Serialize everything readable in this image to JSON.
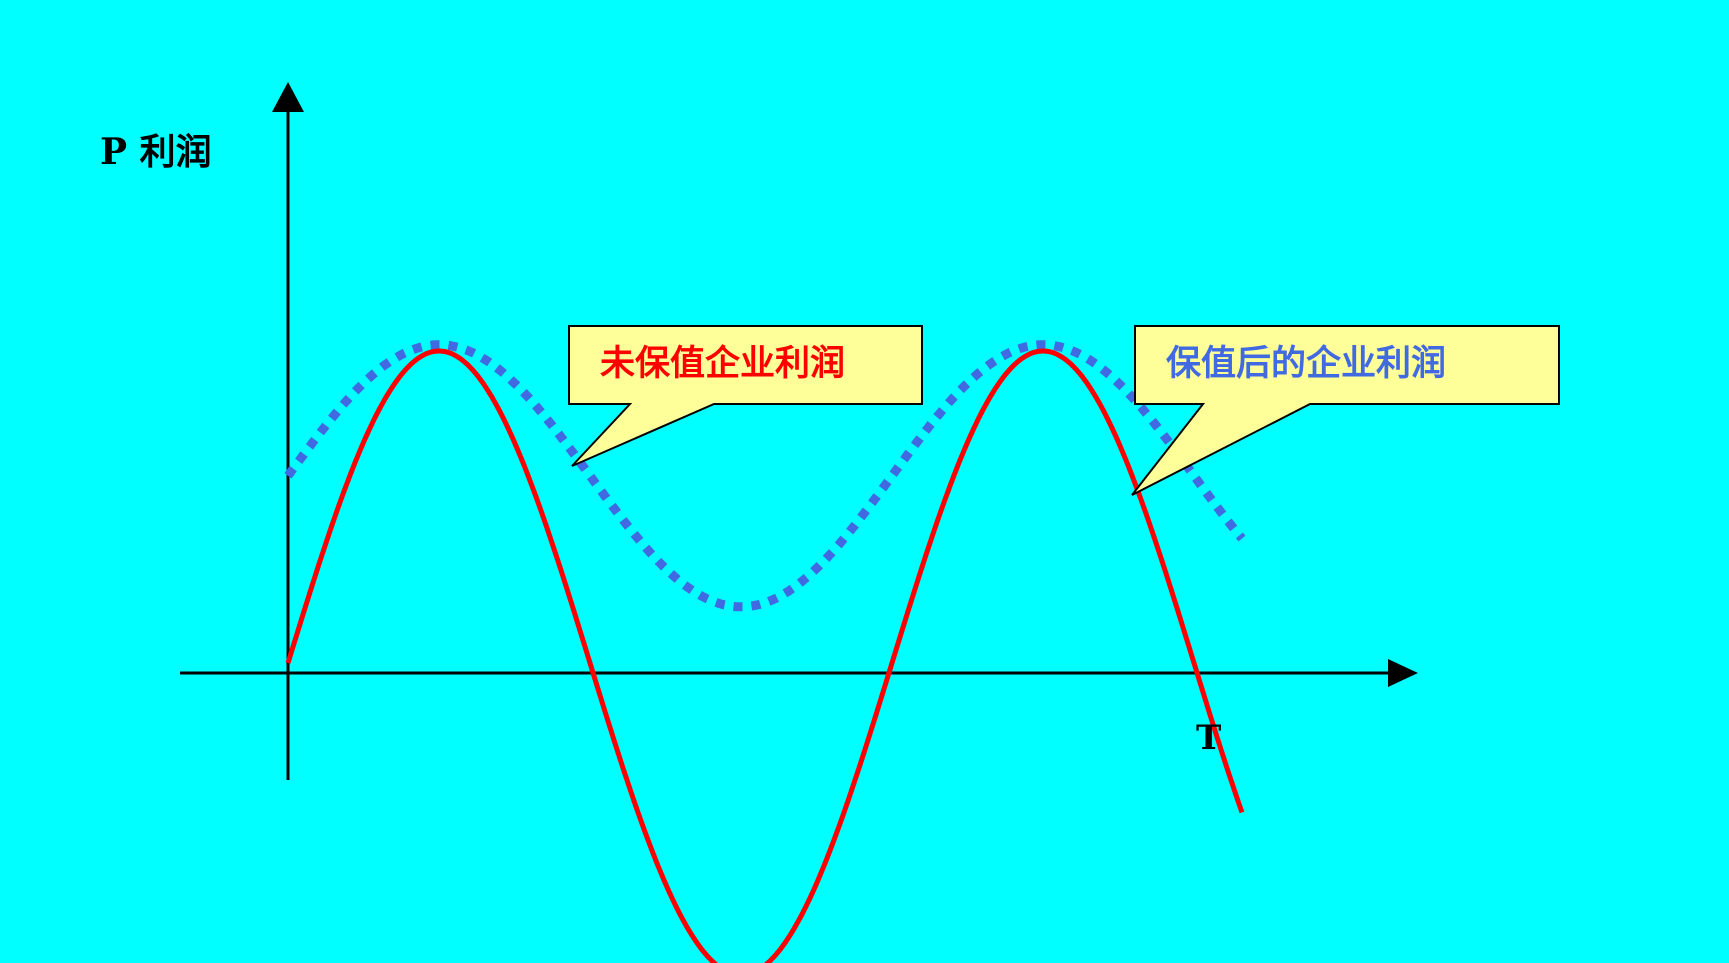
{
  "colors": {
    "background": "#00ffff",
    "axis": "#000000",
    "unhedged_curve": "#ff0000",
    "hedged_curve": "#4169e1",
    "callout_fill": "#ffff99",
    "callout_border": "#000000",
    "callout_text_red": "#ff0000",
    "callout_text_blue": "#4169e1"
  },
  "labels": {
    "y_axis": "P 利润",
    "x_axis": "T"
  },
  "callouts": {
    "unhedged": "未保值企业利润",
    "hedged": "保值后的企业利润"
  },
  "chart_data": {
    "type": "line",
    "xlabel": "T",
    "ylabel": "P 利润",
    "grid": false,
    "series": [
      {
        "name": "未保值企业利润",
        "line_style": "solid",
        "amplitude": 1.0,
        "offset": 0.0
      },
      {
        "name": "保值后的企业利润",
        "line_style": "dotted",
        "amplitude": 0.42,
        "offset": 0.6
      }
    ]
  }
}
